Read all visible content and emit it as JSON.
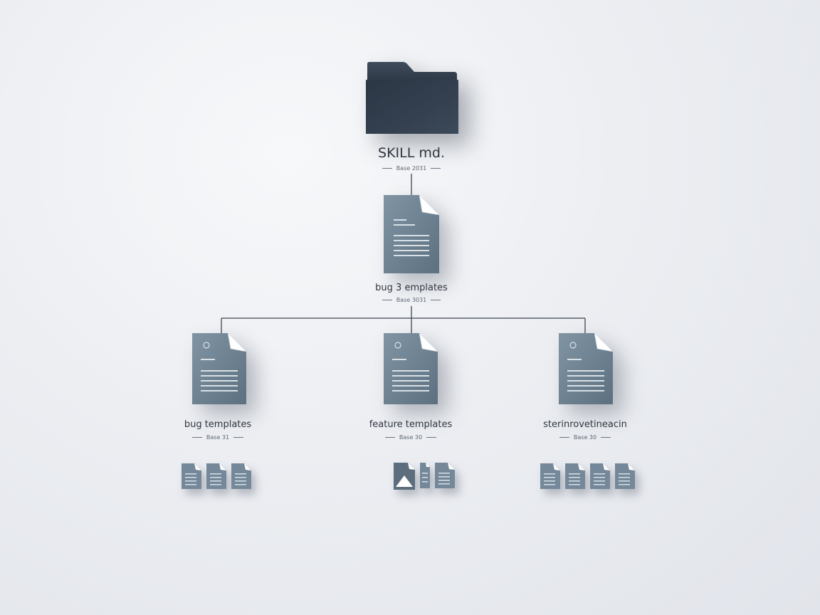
{
  "root": {
    "icon": "folder-icon",
    "label": "SKILL md.",
    "sublabel": "Base 2031"
  },
  "middle": {
    "icon": "document-icon",
    "label": "bug 3 emplates",
    "sublabel": "Base 3031"
  },
  "children": [
    {
      "icon": "document-icon",
      "label": "bug templates",
      "sublabel": "Base 31",
      "files": [
        "document-icon",
        "document-icon",
        "document-icon"
      ]
    },
    {
      "icon": "document-icon",
      "label": "feature templates",
      "sublabel": "Base 30",
      "files": [
        "image-document-icon",
        "document-icon",
        "document-icon"
      ]
    },
    {
      "icon": "document-icon",
      "label": "sterinrovetineacin",
      "sublabel": "Base 30",
      "files": [
        "document-icon",
        "document-icon",
        "document-icon",
        "document-icon"
      ]
    }
  ],
  "colors": {
    "folder": "#2f3c4c",
    "document": "#6f8494",
    "document_fold": "#ffffff",
    "connector": "#3d4550"
  }
}
